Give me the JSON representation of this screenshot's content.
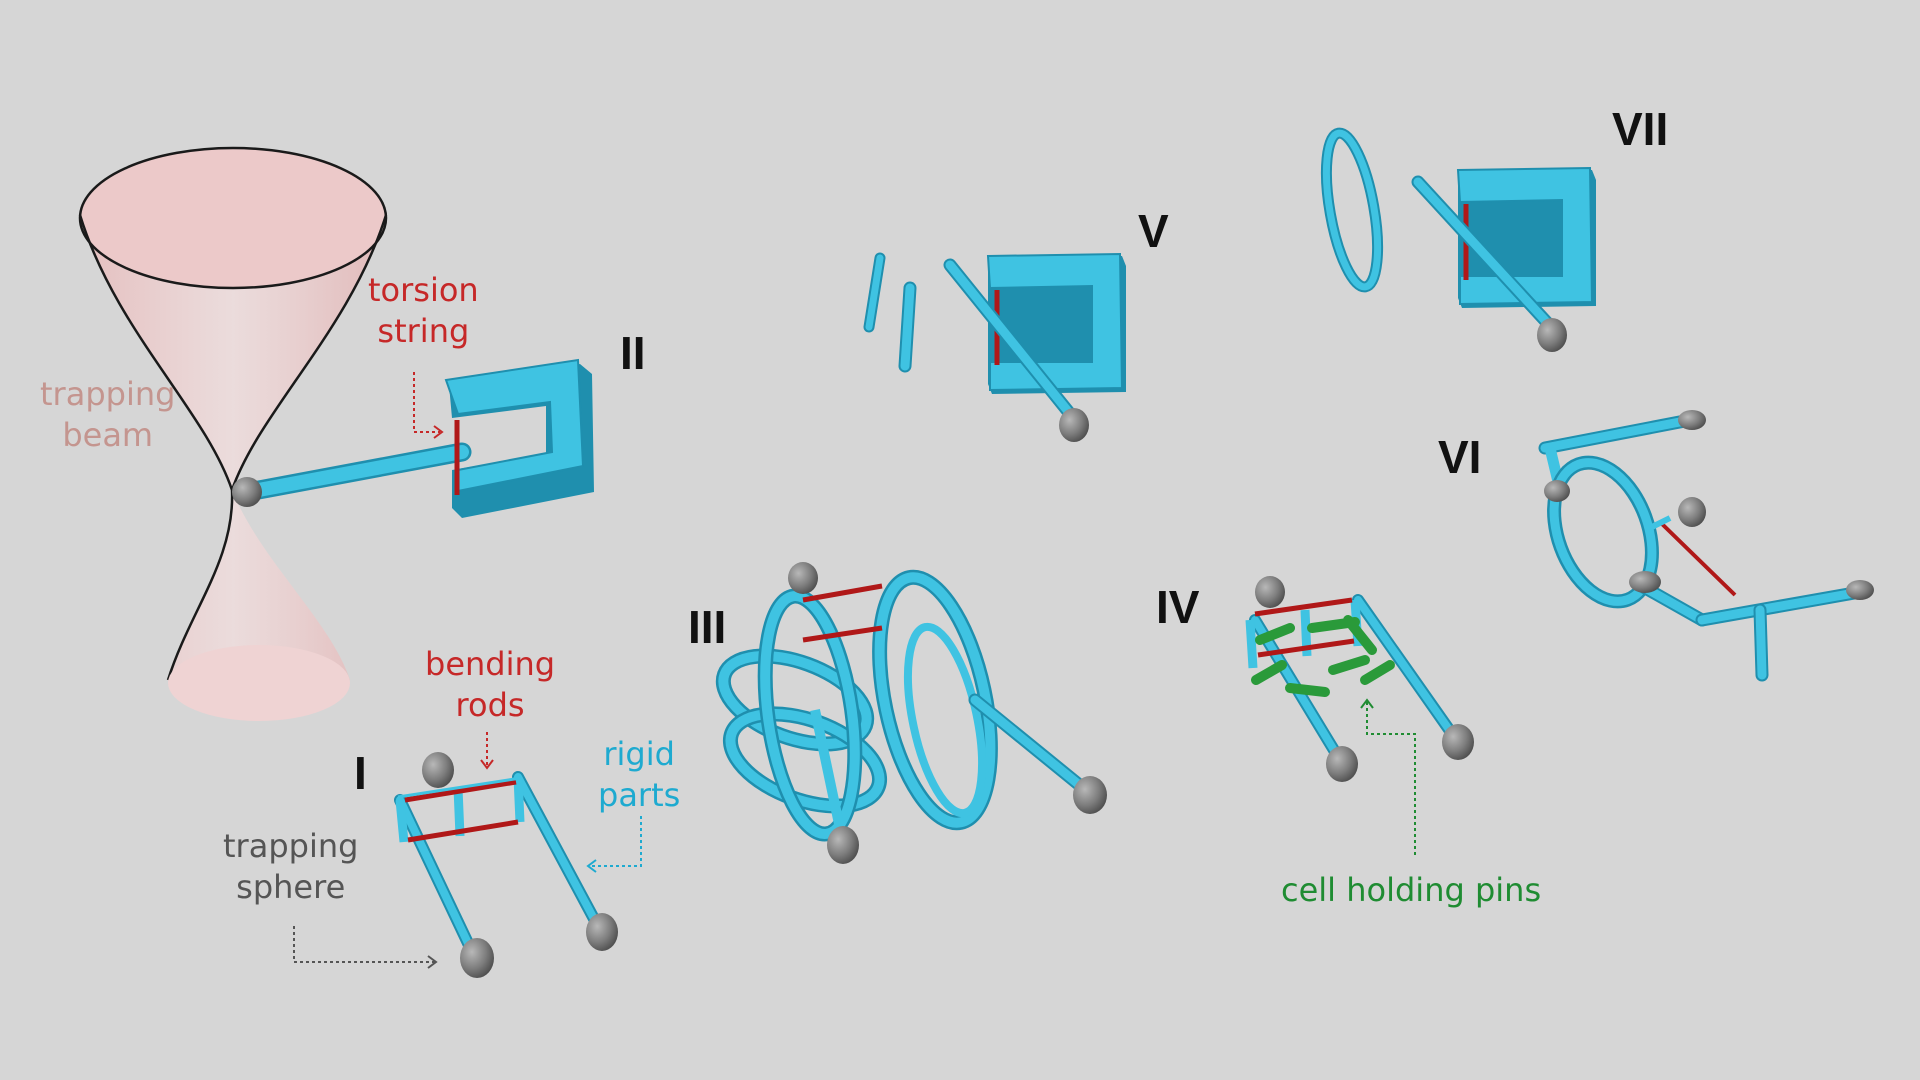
{
  "labels": {
    "I": "I",
    "II": "II",
    "III": "III",
    "IV": "IV",
    "V": "V",
    "VI": "VI",
    "VII": "VII"
  },
  "annotations": {
    "trapping_beam": [
      "trapping",
      "beam"
    ],
    "torsion_string": [
      "torsion",
      "string"
    ],
    "bending_rods": [
      "bending",
      "rods"
    ],
    "rigid_parts": [
      "rigid",
      "parts"
    ],
    "trapping_sphere": [
      "trapping",
      "sphere"
    ],
    "cell_holding_pins": "cell holding pins"
  },
  "colors": {
    "background": "#d6d6d6",
    "rigid": "#3fc3e2",
    "rigid_dark": "#1f8fae",
    "string": "#b01818",
    "pins": "#2a9a3a",
    "sphere": "#7d7d7d",
    "beam": "#ecc6c6",
    "beam_label": "#c4958f",
    "torsion_label": "#c62828",
    "rigid_label": "#1eaad0",
    "sphere_label": "#555555",
    "pins_label": "#1f8c32"
  }
}
